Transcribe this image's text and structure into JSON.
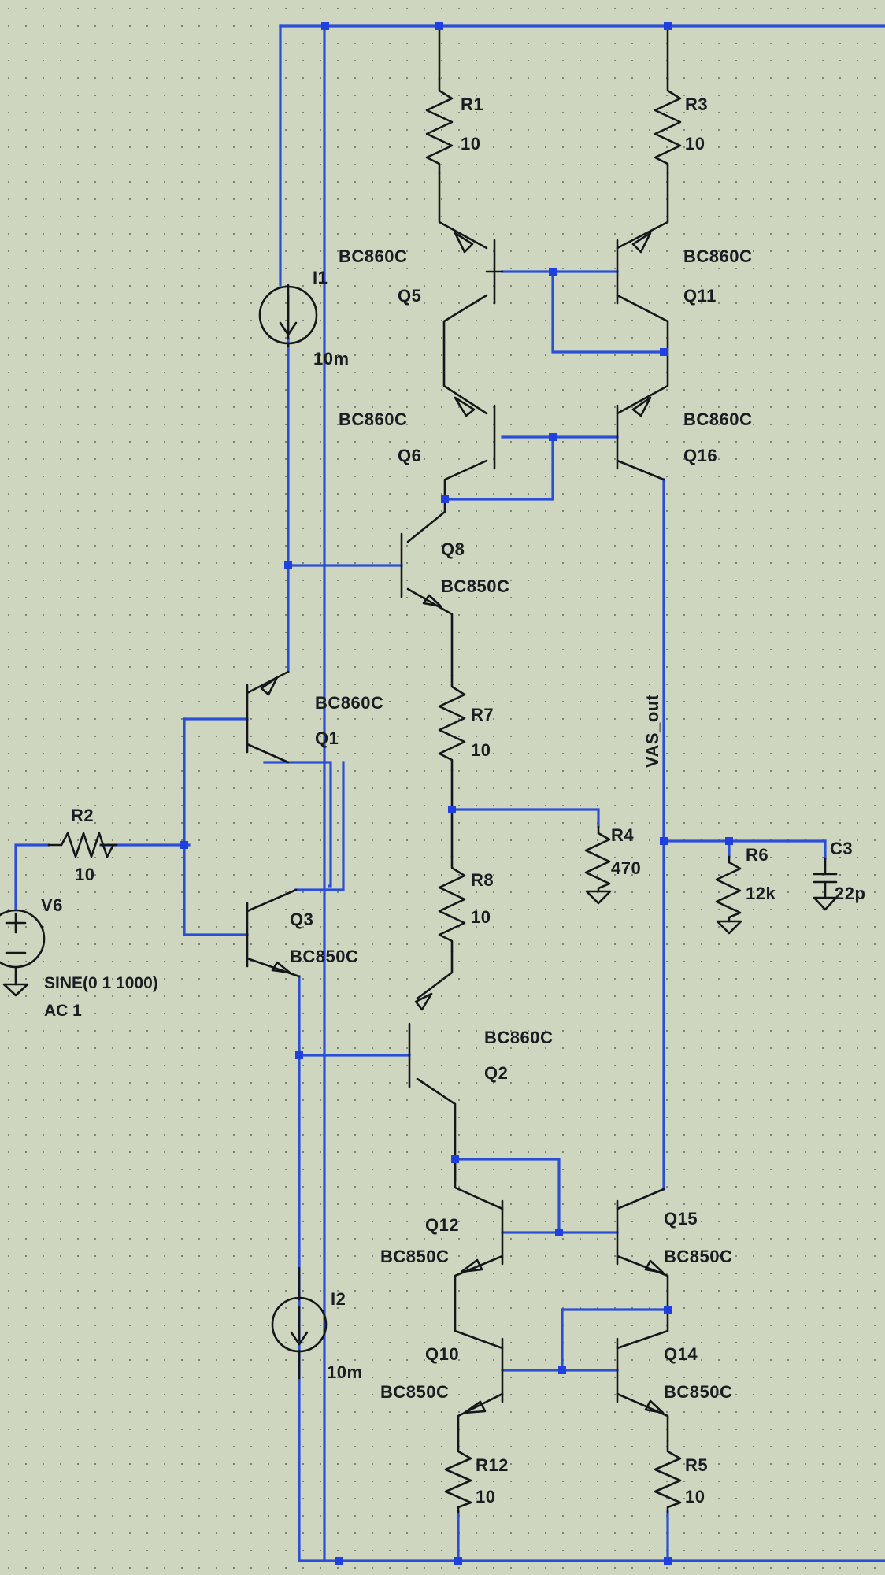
{
  "components": {
    "R1": {
      "name": "R1",
      "value": "10"
    },
    "R3": {
      "name": "R3",
      "value": "10"
    },
    "R2": {
      "name": "R2",
      "value": "10"
    },
    "R4": {
      "name": "R4",
      "value": "470"
    },
    "R5": {
      "name": "R5",
      "value": "10"
    },
    "R6": {
      "name": "R6",
      "value": "12k"
    },
    "R7": {
      "name": "R7",
      "value": "10"
    },
    "R8": {
      "name": "R8",
      "value": "10"
    },
    "R12": {
      "name": "R12",
      "value": "10"
    },
    "C3": {
      "name": "C3",
      "value": "22p"
    },
    "I1": {
      "name": "I1",
      "value": "10m"
    },
    "I2": {
      "name": "I2",
      "value": "10m"
    },
    "V6": {
      "name": "V6",
      "value1": "SINE(0 1 1000)",
      "value2": "AC 1"
    },
    "Q1": {
      "name": "Q1",
      "model": "BC860C"
    },
    "Q2": {
      "name": "Q2",
      "model": "BC860C"
    },
    "Q3": {
      "name": "Q3",
      "model": "BC850C"
    },
    "Q5": {
      "name": "Q5",
      "model": "BC860C"
    },
    "Q6": {
      "name": "Q6",
      "model": "BC860C"
    },
    "Q8": {
      "name": "Q8",
      "model": "BC850C"
    },
    "Q10": {
      "name": "Q10",
      "model": "BC850C"
    },
    "Q11": {
      "name": "Q11",
      "model": "BC860C"
    },
    "Q12": {
      "name": "Q12",
      "model": "BC850C"
    },
    "Q14": {
      "name": "Q14",
      "model": "BC850C"
    },
    "Q15": {
      "name": "Q15",
      "model": "BC850C"
    },
    "Q16": {
      "name": "Q16",
      "model": "BC860C"
    }
  },
  "net_labels": {
    "vas_out": "VAS_out"
  },
  "colors": {
    "background": "#cfd6bf",
    "wire": "#2a4fd6",
    "symbol": "#14161a",
    "junction": "#1f3fe0"
  }
}
